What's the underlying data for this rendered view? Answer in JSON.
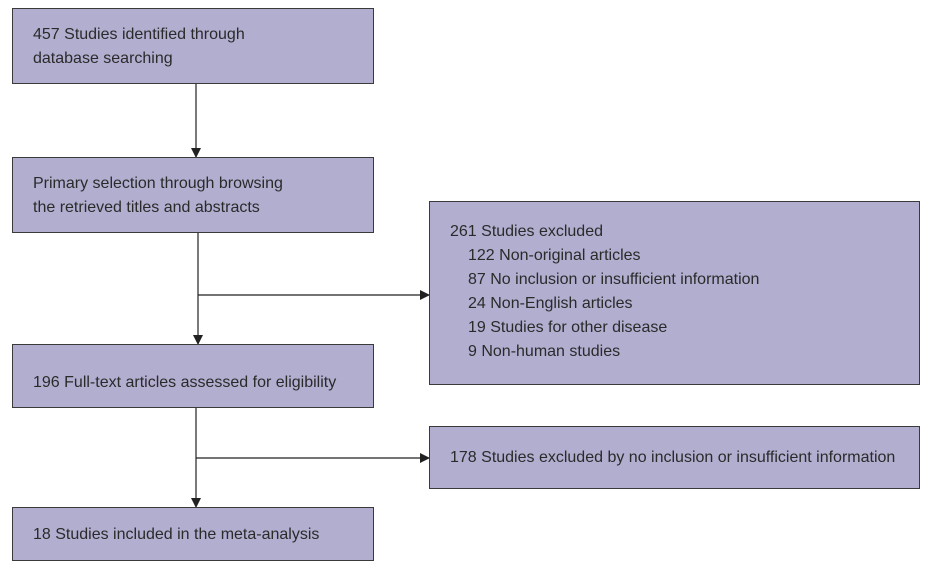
{
  "boxes": {
    "identified": {
      "lines": [
        "457 Studies identified through",
        "database searching"
      ]
    },
    "screening": {
      "lines": [
        "Primary selection through browsing",
        "the retrieved titles and abstracts"
      ]
    },
    "excluded1": {
      "title": "261 Studies excluded",
      "items": [
        "122 Non-original articles",
        "87 No inclusion or insufficient information",
        "24 Non-English articles",
        "19 Studies for other disease",
        "9 Non-human studies"
      ]
    },
    "eligibility": {
      "text": "196 Full-text articles assessed for eligibility"
    },
    "excluded2": {
      "text": "178 Studies excluded by no inclusion or insufficient information"
    },
    "included": {
      "text": "18 Studies included in the meta-analysis"
    }
  },
  "colors": {
    "box_fill": "#b2aed0",
    "border": "#3a3a3a"
  }
}
